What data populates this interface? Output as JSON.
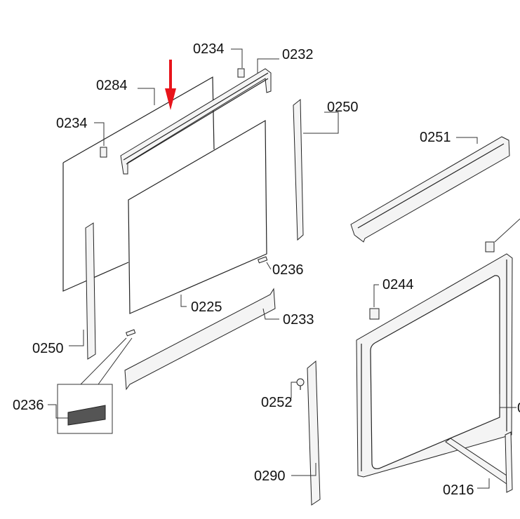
{
  "labels": {
    "clip_top": "0234",
    "rail_top": "0232",
    "inner_glass": "0284",
    "clip_left": "0234",
    "side_strip_right": "0250",
    "side_strip_left": "0250",
    "frame_top_rail": "0251",
    "spacer_right": "0236",
    "front_glass": "0225",
    "rail_bottom": "0233",
    "clip_frame": "0244",
    "spacer_detail": "0236",
    "screw": "0252",
    "handle_strip": "0290",
    "bracket": "0216",
    "cut_off": "0"
  },
  "colors": {
    "arrow": "#e8141b",
    "line": "#222222"
  }
}
